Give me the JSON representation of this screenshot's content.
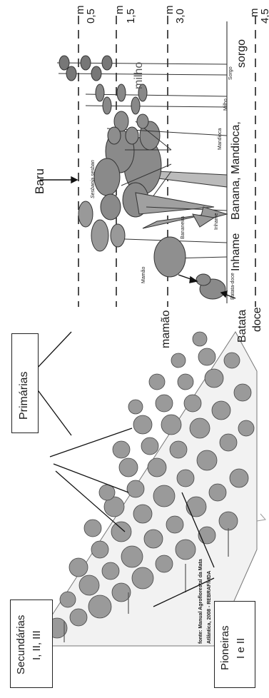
{
  "strata_heights": {
    "h45": {
      "value": "4,5",
      "unit": "m"
    },
    "h30": {
      "value": "3,0",
      "unit": "m"
    },
    "h15": {
      "value": "1,5",
      "unit": "m"
    },
    "h05": {
      "value": "0,5",
      "unit": "m"
    }
  },
  "crop_labels": {
    "baru": "Baru",
    "milho": "milho",
    "sorgo": "sorgo",
    "banana_mandioca": "Banana,  Mandioca,",
    "inhame": "Inhame",
    "mamao": "mamão",
    "batata": "Batata",
    "doce": "doce"
  },
  "small_labels": {
    "sesbania": "Sesbania sesban",
    "bananeira": "Bananeira",
    "mamao_small": "Mamão",
    "batata_small": "Batata-doce",
    "inhame_small": "Inhame",
    "mandioca_small": "Mandioca",
    "milho_small": "Milho",
    "sorgo_small": "Sorgo"
  },
  "succession_labels": {
    "primarias": "Primárias",
    "secundarias_l1": "Secundárias",
    "secundarias_l2": "I, II, III",
    "pioneiras_l1": "Pioneiras",
    "pioneiras_l2": "I e II"
  },
  "source": {
    "line1": "fonte: Manual Agroflorestal da Mata",
    "line2": "Atlântica, 2008 - REBRAF/MDA"
  },
  "colors": {
    "ink": "#1a1a1a",
    "plant_fill": "#8a8a8a",
    "forest_fill": "#9a9a9a"
  }
}
